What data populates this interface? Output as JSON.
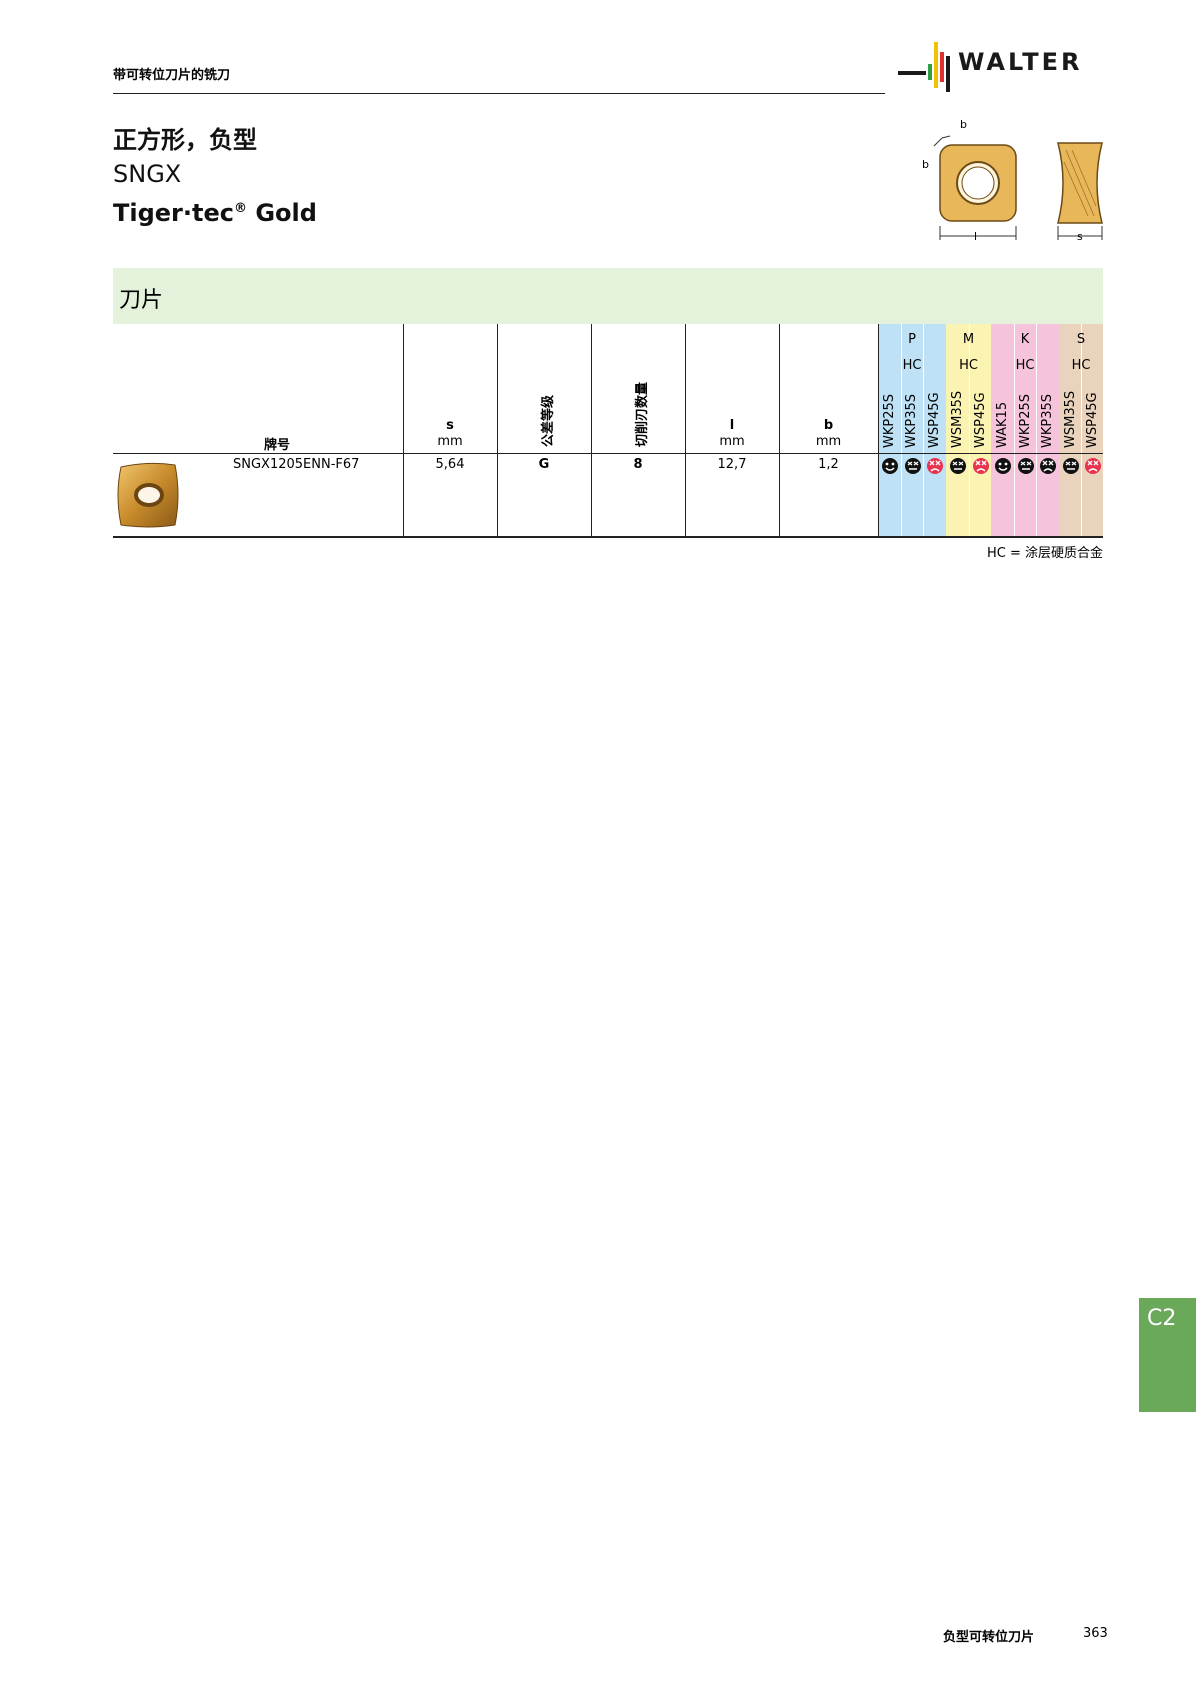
{
  "header": {
    "section_title": "带可转位刀片的铣刀"
  },
  "logo": {
    "text": "WALTER",
    "bar_colors": [
      "#2f9e44",
      "#f2c200",
      "#e0312e",
      "#1a1a1a"
    ]
  },
  "title": {
    "line1": "正方形，负型",
    "line2": "SNGX",
    "line3_main": "Tiger·tec",
    "line3_reg": "®",
    "line3_tail": " Gold"
  },
  "diagram": {
    "label_b1": "b",
    "label_b2": "b",
    "label_l": "l",
    "label_s": "s"
  },
  "section": {
    "label": "刀片"
  },
  "table": {
    "headers": {
      "designation": "牌号",
      "s_sym": "s",
      "s_unit": "mm",
      "tolerance": "公差等级",
      "cutting_edges": "切削刃数量",
      "l_sym": "l",
      "l_unit": "mm",
      "b_sym": "b",
      "b_unit": "mm"
    },
    "groups": [
      {
        "letter": "P",
        "coating": "HC",
        "color": "#bfe1f5",
        "grades": [
          "WKP25S",
          "WKP35S",
          "WSP45G"
        ]
      },
      {
        "letter": "M",
        "coating": "HC",
        "color": "#fbf3b2",
        "grades": [
          "WSM35S",
          "WSP45G"
        ]
      },
      {
        "letter": "K",
        "coating": "HC",
        "color": "#f6c3dc",
        "grades": [
          "WAK15",
          "WKP25S",
          "WKP35S"
        ]
      },
      {
        "letter": "S",
        "coating": "HC",
        "color": "#e9d3bd",
        "grades": [
          "WSM35S",
          "WSP45G"
        ]
      }
    ],
    "row": {
      "designation": "SNGX1205ENN-F67",
      "s": "5,64",
      "tolerance": "G",
      "cutting_edges": "8",
      "l": "12,7",
      "b": "1,2",
      "suitability": [
        "happy",
        "neutral",
        "poor",
        "neutral",
        "poor",
        "happy",
        "neutral",
        "neutral-x",
        "neutral",
        "poor"
      ]
    }
  },
  "footnote": "HC = 涂层硬质合金",
  "side_tab": {
    "label": "C2"
  },
  "footer": {
    "title": "负型可转位刀片",
    "page": "363"
  }
}
